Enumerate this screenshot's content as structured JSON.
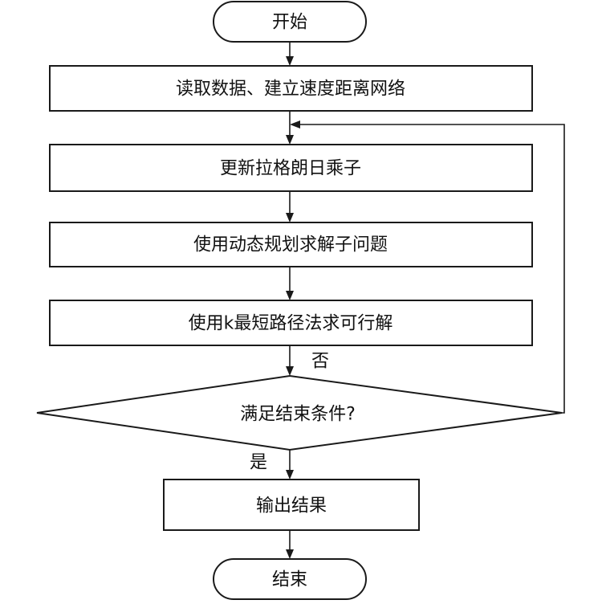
{
  "flowchart": {
    "start": "开始",
    "step_read": "读取数据、建立速度距离网络",
    "step_update": "更新拉格朗日乘子",
    "step_dp": "使用动态规划求解子问题",
    "step_kpath": "使用k最短路径法求可行解",
    "decision": "满足结束条件?",
    "edge_no": "否",
    "edge_yes": "是",
    "step_output": "输出结果",
    "end": "结束"
  }
}
